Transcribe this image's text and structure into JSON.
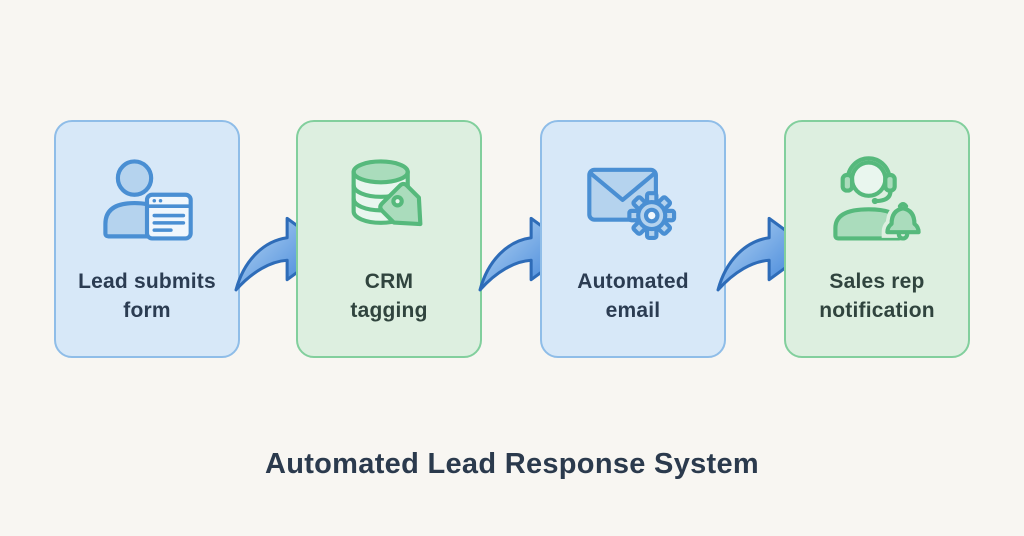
{
  "title": "Automated Lead Response System",
  "steps": [
    {
      "label": "Lead submits\nform",
      "icon": "user-form-icon",
      "theme": "blue"
    },
    {
      "label": "CRM\ntagging",
      "icon": "database-tag-icon",
      "theme": "green"
    },
    {
      "label": "Automated\nemail",
      "icon": "email-gear-icon",
      "theme": "blue"
    },
    {
      "label": "Sales rep\nnotification",
      "icon": "headset-bell-icon",
      "theme": "green"
    }
  ],
  "colors": {
    "page-bg": "#f8f6f2",
    "blue-card-bg": "#d7e8f8",
    "blue-card-border": "#8fbde8",
    "blue-icon-stroke": "#4a8fd3",
    "blue-icon-fill": "#b5d3ee",
    "blue-text": "#2b3c52",
    "green-card-bg": "#ddefe0",
    "green-card-border": "#82cf9d",
    "green-icon-stroke": "#56b97c",
    "green-icon-fill": "#aadcbc",
    "green-text": "#30443e",
    "arrow-fill-light": "#b9d8f4",
    "arrow-fill-dark": "#3e83d9",
    "arrow-stroke": "#2e6cb8",
    "title-text": "#2b3a4d"
  }
}
